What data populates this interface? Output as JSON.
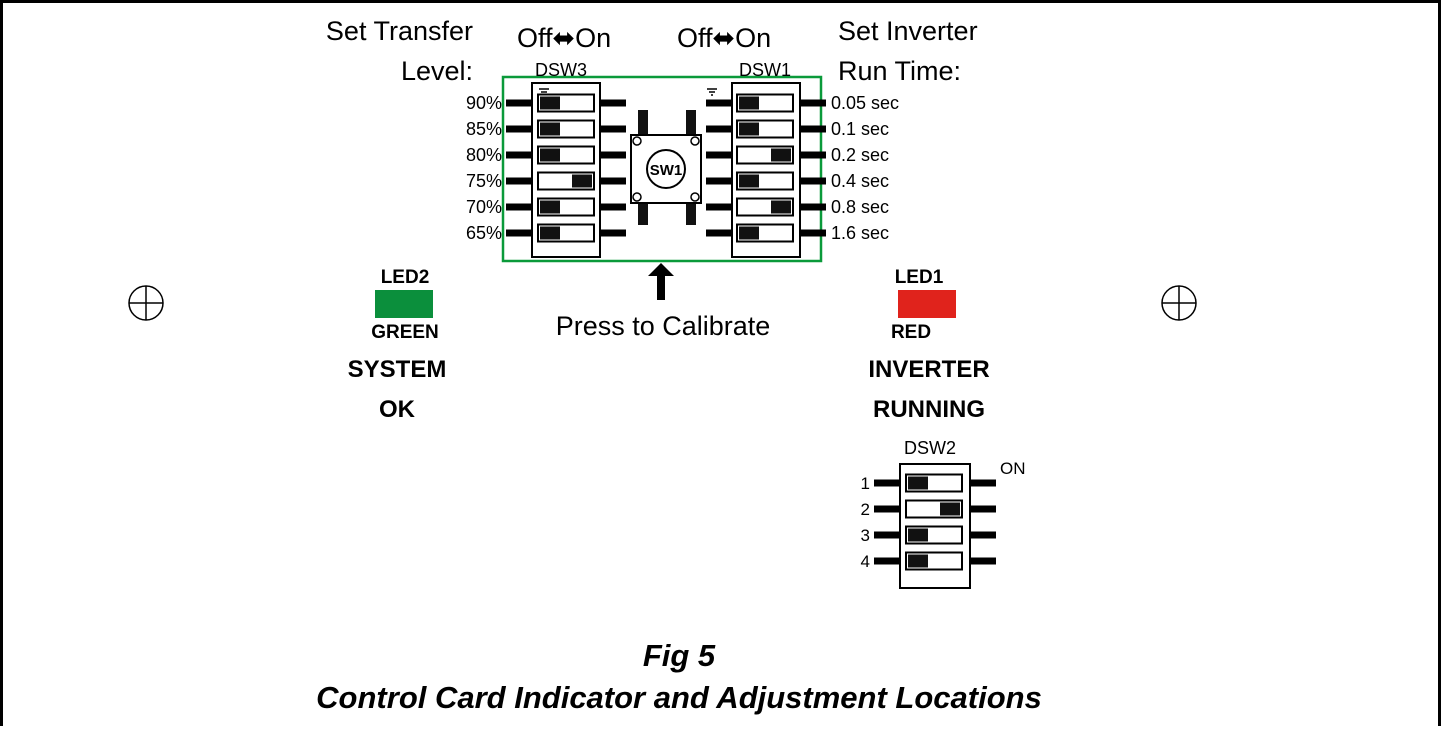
{
  "dsw3": {
    "header": "Set Transfer",
    "header2": "Level:",
    "toggle_label": "Off⬌On",
    "name": "DSW3",
    "levels": [
      {
        "label": "90%",
        "on": false
      },
      {
        "label": "85%",
        "on": false
      },
      {
        "label": "80%",
        "on": false
      },
      {
        "label": "75%",
        "on": true
      },
      {
        "label": "70%",
        "on": false
      },
      {
        "label": "65%",
        "on": false
      }
    ]
  },
  "dsw1": {
    "header": "Set Inverter",
    "header2": "Run Time:",
    "toggle_label": "Off⬌On",
    "name": "DSW1",
    "times": [
      {
        "label": "0.05 sec",
        "on": false
      },
      {
        "label": "0.1 sec",
        "on": false
      },
      {
        "label": "0.2 sec",
        "on": true
      },
      {
        "label": "0.4 sec",
        "on": false
      },
      {
        "label": "0.8 sec",
        "on": true
      },
      {
        "label": "1.6 sec",
        "on": false
      }
    ]
  },
  "sw1": {
    "label": "SW1",
    "caption": "Press to Calibrate"
  },
  "led2": {
    "name": "LED2",
    "color_name": "GREEN",
    "color": "#0b8f3c",
    "status1": "SYSTEM",
    "status2": "OK"
  },
  "led1": {
    "name": "LED1",
    "color_name": "RED",
    "color": "#e0231c",
    "status1": "INVERTER",
    "status2": "RUNNING"
  },
  "dsw2": {
    "name": "DSW2",
    "on_label": "ON",
    "switches": [
      {
        "label": "1",
        "on": false
      },
      {
        "label": "2",
        "on": true
      },
      {
        "label": "3",
        "on": false
      },
      {
        "label": "4",
        "on": false
      }
    ]
  },
  "board_outline_color": "#0a9a3a",
  "figure": {
    "number": "Fig 5",
    "caption": "Control Card Indicator and Adjustment Locations"
  }
}
